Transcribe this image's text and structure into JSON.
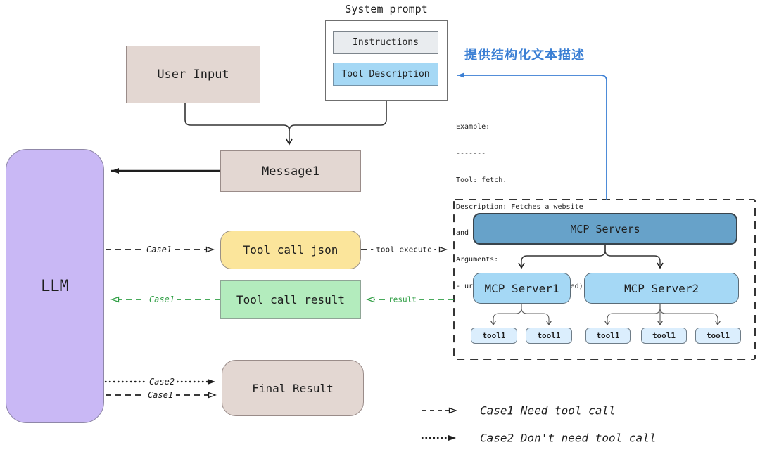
{
  "system_prompt": {
    "title": "System prompt",
    "instructions_label": "Instructions",
    "tool_description_label": "Tool Description"
  },
  "annotation": {
    "cn_text": "提供结构化文本描述"
  },
  "example": {
    "lines": [
      "Example:",
      "-------",
      "Tool: fetch.",
      "Description: Fetches a website",
      "and returns its content",
      "Arguments:",
      "- url: URL to fetch (required)"
    ]
  },
  "nodes": {
    "user_input": "User Input",
    "message1": "Message1",
    "llm": "LLM",
    "tool_call_json": "Tool call json",
    "tool_call_result": "Tool call result",
    "final_result": "Final Result",
    "mcp_servers": "MCP Servers",
    "mcp_server1": "MCP Server1",
    "mcp_server2": "MCP Server2",
    "tools": [
      "tool1",
      "tool1",
      "tool1",
      "tool1",
      "tool1"
    ]
  },
  "edges": {
    "case1_to_tool_json": "Case1",
    "tool_execute": "tool execute",
    "result": "result",
    "case1_from_result": "Case1",
    "case2_to_final": "Case2",
    "case1_to_final": "Case1"
  },
  "legend": {
    "case1": "Case1 Need tool call",
    "case2": "Case2 Don't need tool call"
  },
  "colors": {
    "llm_fill": "#c9b8f5",
    "tan_fill": "#e3d7d2",
    "yellow_fill": "#fbe59b",
    "green_fill": "#b3ecbd",
    "gray_fill": "#e9ecef",
    "blue_light_fill": "#a5d8f5",
    "steel_blue_fill": "#67a2c9",
    "tool_fill": "#dbeefd",
    "accent_blue": "#3b7fd4",
    "accent_green": "#2f9e44"
  }
}
